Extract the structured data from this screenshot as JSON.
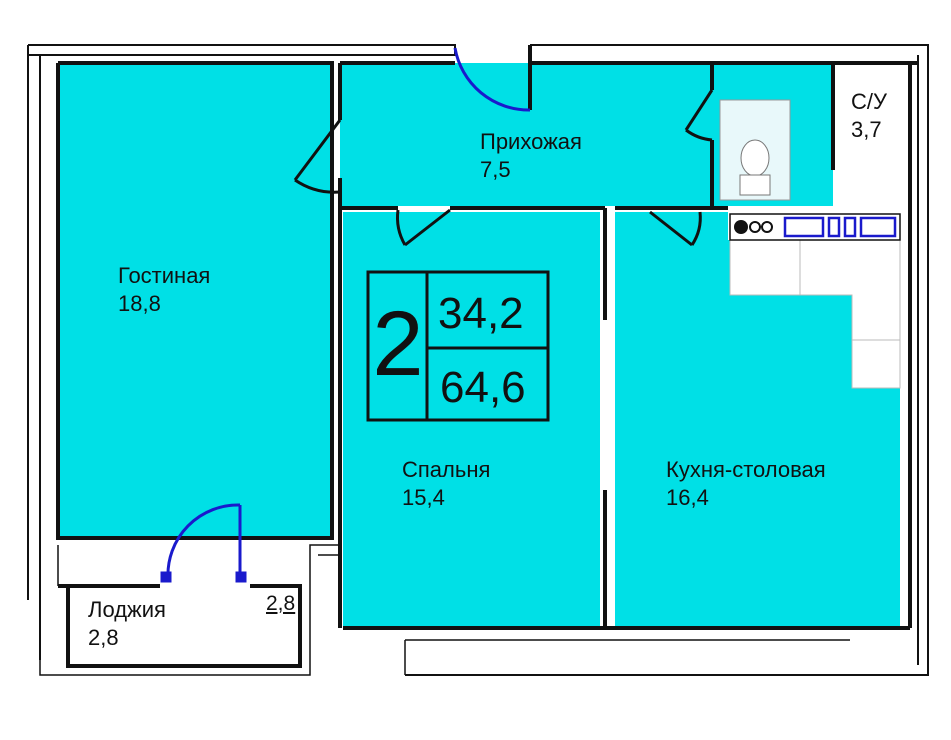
{
  "rooms": {
    "living": {
      "name": "Гостиная",
      "area": "18,8"
    },
    "hall": {
      "name": "Прихожая",
      "area": "7,5"
    },
    "bathroom": {
      "name": "С/У",
      "area": "3,7"
    },
    "bedroom": {
      "name": "Спальня",
      "area": "15,4"
    },
    "kitchen": {
      "name": "Кухня-столовая",
      "area": "16,4"
    },
    "loggia": {
      "name": "Лоджия",
      "area": "2,8",
      "tag": "2,8"
    }
  },
  "summary": {
    "rooms_count": "2",
    "living_area": "34,2",
    "total_area": "64,6"
  },
  "colors": {
    "floor": "#00e0e6",
    "wall": "#111111",
    "door": "#1a1acc",
    "background": "#ffffff"
  }
}
